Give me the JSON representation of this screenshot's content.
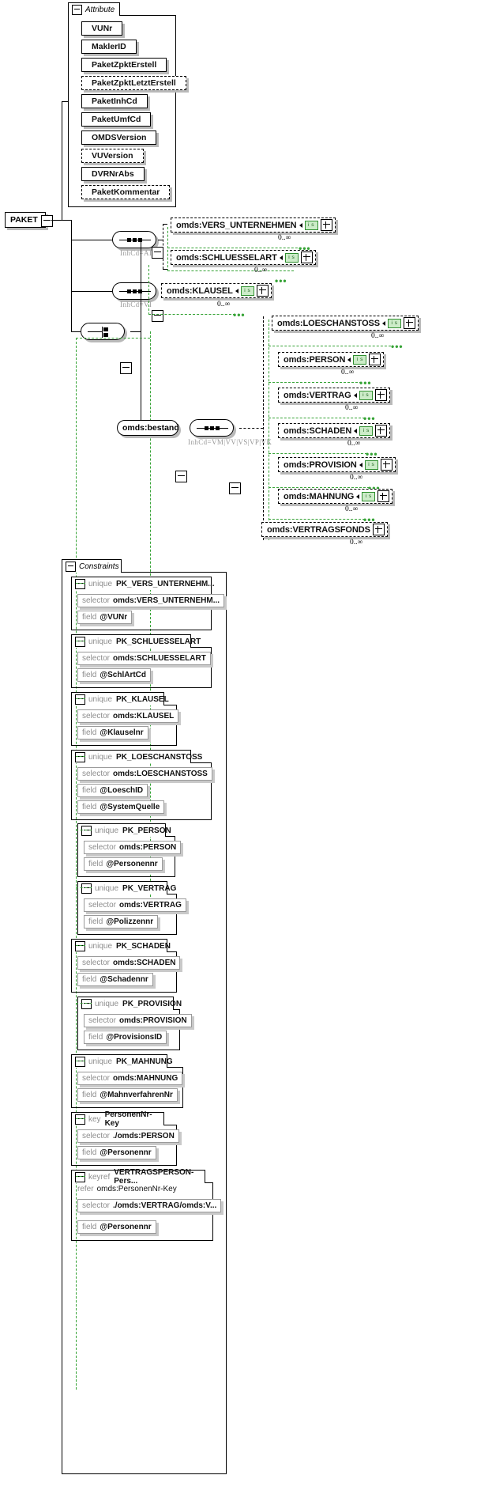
{
  "root": {
    "name": "PAKET"
  },
  "attribute_frame": {
    "title": "Attribute",
    "toggle": "minus-box",
    "items": [
      {
        "label": "VUNr",
        "optional": false
      },
      {
        "label": "MaklerID",
        "optional": false
      },
      {
        "label": "PaketZpktErstell",
        "optional": false
      },
      {
        "label": "PaketZpktLetztErstell",
        "optional": true
      },
      {
        "label": "PaketInhCd",
        "optional": false
      },
      {
        "label": "PaketUmfCd",
        "optional": false
      },
      {
        "label": "OMDSVersion",
        "optional": false
      },
      {
        "label": "VUVersion",
        "optional": true
      },
      {
        "label": "DVRNrAbs",
        "optional": false
      },
      {
        "label": "PaketKommentar",
        "optional": true
      }
    ]
  },
  "compositors": [
    {
      "id": "seq-ai",
      "type": "sequence",
      "note": "InhCd=AI"
    },
    {
      "id": "seq-vi",
      "type": "sequence",
      "note": "InhCd=VI"
    },
    {
      "id": "choice-root",
      "type": "choice",
      "note": ""
    },
    {
      "id": "seq-bestand",
      "type": "sequence",
      "note": "InhCd=VM|VV|VS|VP|VK"
    }
  ],
  "bestand": {
    "label": "omds:bestand"
  },
  "elements_ai": [
    {
      "label": "omds:VERS_UNTERNEHMEN",
      "type_icon": "is",
      "expander": "plus",
      "occurs": "0..∞"
    },
    {
      "label": "omds:SCHLUESSELART",
      "type_icon": "is",
      "expander": "plus",
      "occurs": "0..∞"
    }
  ],
  "elements_vi": [
    {
      "label": "omds:KLAUSEL",
      "type_icon": "is",
      "expander": "plus",
      "occurs": "0..∞"
    }
  ],
  "elements_bestand": [
    {
      "label": "omds:LOESCHANSTOSS",
      "type_icon": "is",
      "expander": "plus",
      "occurs": "0..∞"
    },
    {
      "label": "omds:PERSON",
      "type_icon": "is",
      "expander": "plus",
      "occurs": "0..∞"
    },
    {
      "label": "omds:VERTRAG",
      "type_icon": "is",
      "expander": "plus",
      "occurs": "0..∞"
    },
    {
      "label": "omds:SCHADEN",
      "type_icon": "is",
      "expander": "plus",
      "occurs": "0..∞"
    },
    {
      "label": "omds:PROVISION",
      "type_icon": "is",
      "expander": "plus",
      "occurs": "0..∞"
    },
    {
      "label": "omds:MAHNUNG",
      "type_icon": "is",
      "expander": "plus",
      "occurs": "0..∞"
    },
    {
      "label": "omds:VERTRAGSFONDS",
      "type_icon": "",
      "expander": "plus",
      "occurs": "0..∞"
    }
  ],
  "constraints_frame": {
    "title": "Constraints",
    "toggle": "minus-box",
    "items": [
      {
        "kind": "unique",
        "name": "PK_VERS_UNTERNEHM...",
        "rows": [
          {
            "key": "selector",
            "value": "omds:VERS_UNTERNEHM..."
          },
          {
            "key": "field",
            "value": "@VUNr"
          }
        ]
      },
      {
        "kind": "unique",
        "name": "PK_SCHLUESSELART",
        "rows": [
          {
            "key": "selector",
            "value": "omds:SCHLUESSELART"
          },
          {
            "key": "field",
            "value": "@SchlArtCd"
          }
        ]
      },
      {
        "kind": "unique",
        "name": "PK_KLAUSEL",
        "rows": [
          {
            "key": "selector",
            "value": "omds:KLAUSEL"
          },
          {
            "key": "field",
            "value": "@Klauselnr"
          }
        ]
      },
      {
        "kind": "unique",
        "name": "PK_LOESCHANSTOSS",
        "rows": [
          {
            "key": "selector",
            "value": "omds:LOESCHANSTOSS"
          },
          {
            "key": "field",
            "value": "@LoeschID"
          },
          {
            "key": "field",
            "value": "@SystemQuelle"
          }
        ]
      },
      {
        "kind": "unique",
        "name": "PK_PERSON",
        "rows": [
          {
            "key": "selector",
            "value": "omds:PERSON"
          },
          {
            "key": "field",
            "value": "@Personennr"
          }
        ]
      },
      {
        "kind": "unique",
        "name": "PK_VERTRAG",
        "rows": [
          {
            "key": "selector",
            "value": "omds:VERTRAG"
          },
          {
            "key": "field",
            "value": "@Polizzennr"
          }
        ]
      },
      {
        "kind": "unique",
        "name": "PK_SCHADEN",
        "rows": [
          {
            "key": "selector",
            "value": "omds:SCHADEN"
          },
          {
            "key": "field",
            "value": "@Schadennr"
          }
        ]
      },
      {
        "kind": "unique",
        "name": "PK_PROVISION",
        "rows": [
          {
            "key": "selector",
            "value": "omds:PROVISION"
          },
          {
            "key": "field",
            "value": "@ProvisionsID"
          }
        ]
      },
      {
        "kind": "unique",
        "name": "PK_MAHNUNG",
        "rows": [
          {
            "key": "selector",
            "value": "omds:MAHNUNG"
          },
          {
            "key": "field",
            "value": "@MahnverfahrenNr"
          }
        ]
      },
      {
        "kind": "key",
        "name": "PersonenNr-Key",
        "rows": [
          {
            "key": "selector",
            "value": "./omds:PERSON"
          },
          {
            "key": "field",
            "value": "@Personennr"
          }
        ]
      },
      {
        "kind": "keyref",
        "name": "VERTRAGSPERSON-Pers...",
        "refer": {
          "key": "refer",
          "value": "omds:PersonenNr-Key"
        },
        "rows": [
          {
            "key": "selector",
            "value": "./omds:VERTRAG/omds:V..."
          },
          {
            "key": "field",
            "value": "@Personennr"
          }
        ]
      }
    ]
  },
  "colors": {
    "green": "#36a336",
    "type_icon_bg": "#ccecc8",
    "shadow": "#b9b9b9",
    "muted": "#9a9a9a"
  }
}
